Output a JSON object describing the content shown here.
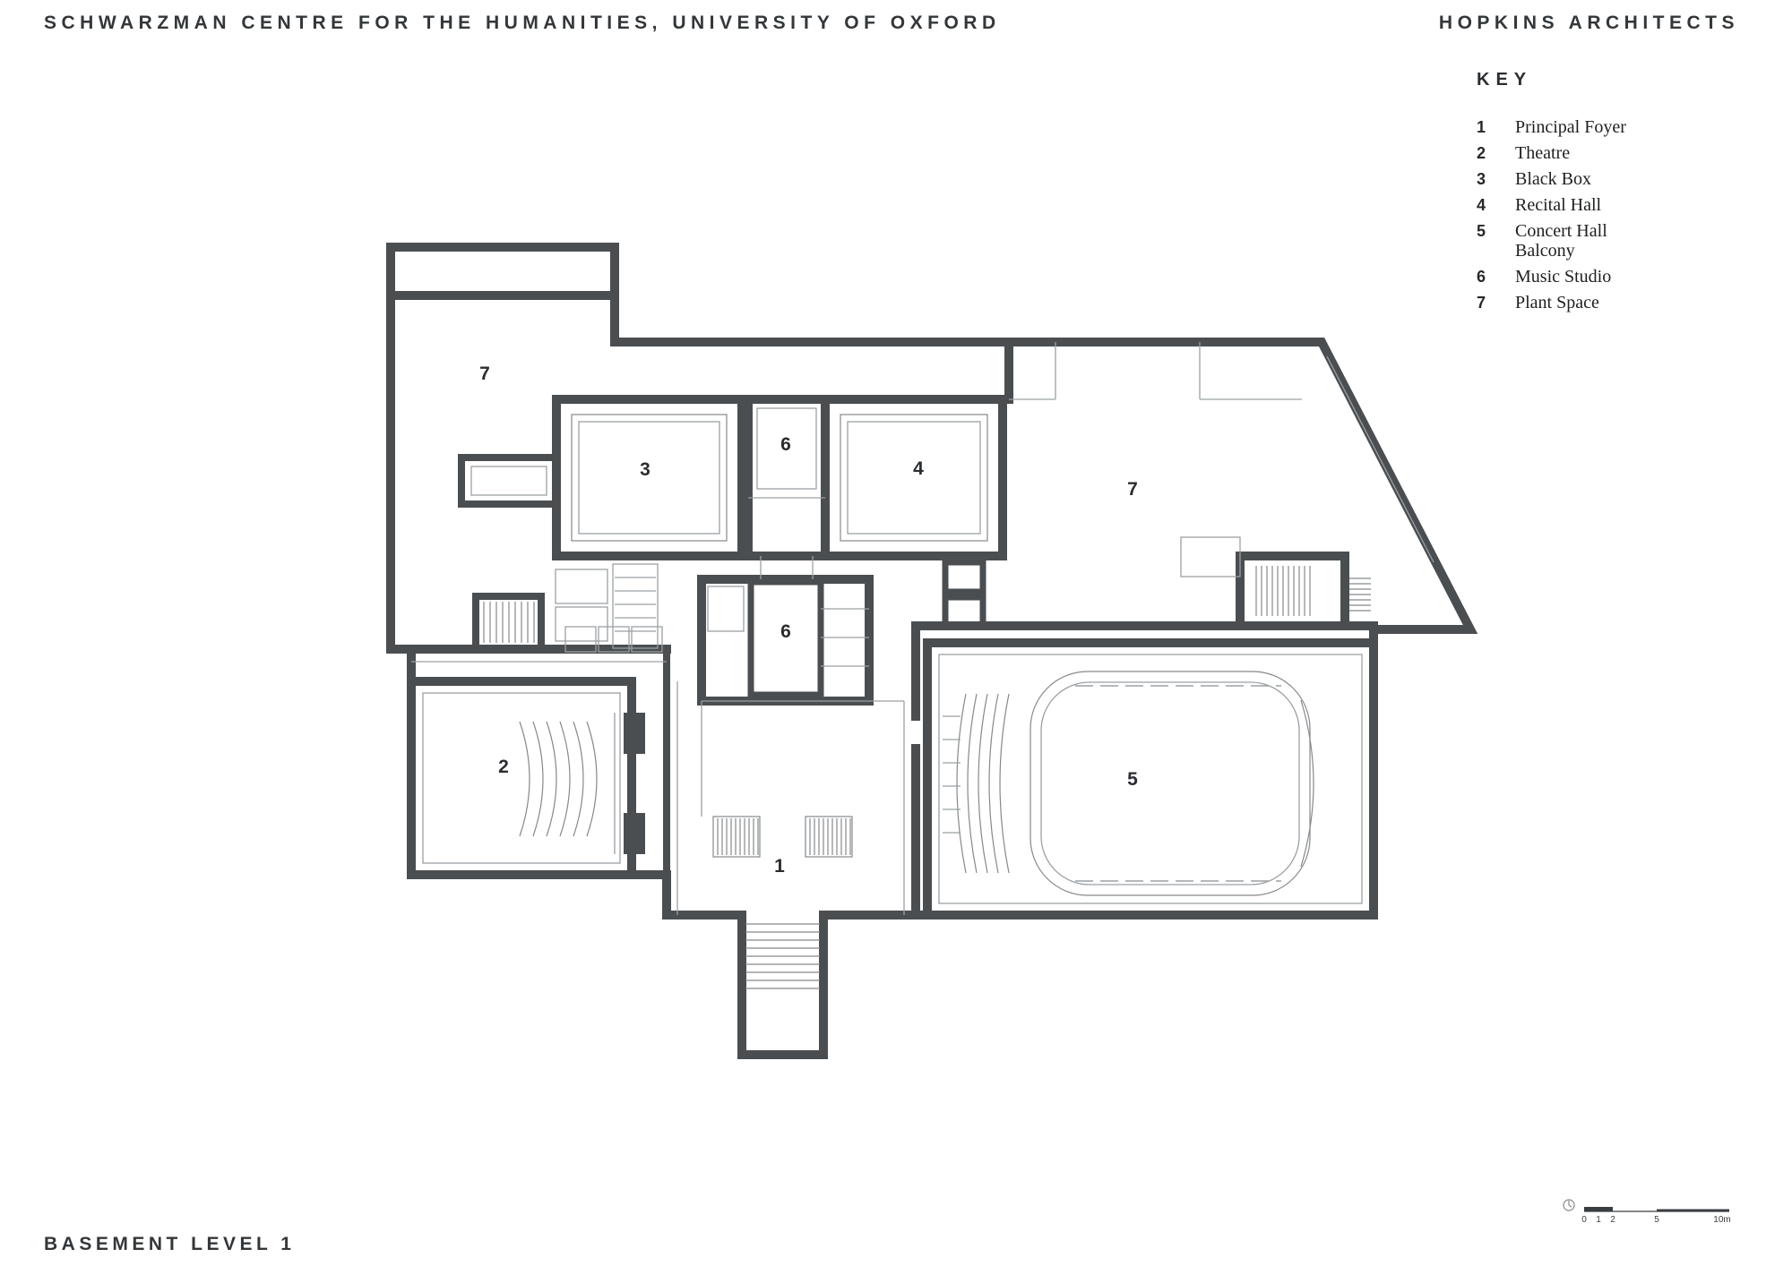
{
  "header": {
    "project_title": "SCHWARZMAN CENTRE FOR THE HUMANITIES, UNIVERSITY OF OXFORD",
    "architect": "HOPKINS ARCHITECTS"
  },
  "key": {
    "title": "KEY",
    "items": [
      {
        "num": "1",
        "label": "Principal Foyer"
      },
      {
        "num": "2",
        "label": "Theatre"
      },
      {
        "num": "3",
        "label": "Black Box"
      },
      {
        "num": "4",
        "label": "Recital Hall"
      },
      {
        "num": "5",
        "label": "Concert Hall\nBalcony"
      },
      {
        "num": "6",
        "label": "Music Studio"
      },
      {
        "num": "7",
        "label": "Plant Space"
      }
    ]
  },
  "plan": {
    "labels": {
      "r7a": "7",
      "r3": "3",
      "r6a": "6",
      "r4": "4",
      "r7b": "7",
      "r6b": "6",
      "r2": "2",
      "r1": "1",
      "r5": "5"
    }
  },
  "scale_bar": {
    "t0": "0",
    "t1": "1",
    "t2": "2",
    "t5": "5",
    "t10": "10m"
  },
  "footer": {
    "level_label": "BASEMENT LEVEL 1"
  }
}
